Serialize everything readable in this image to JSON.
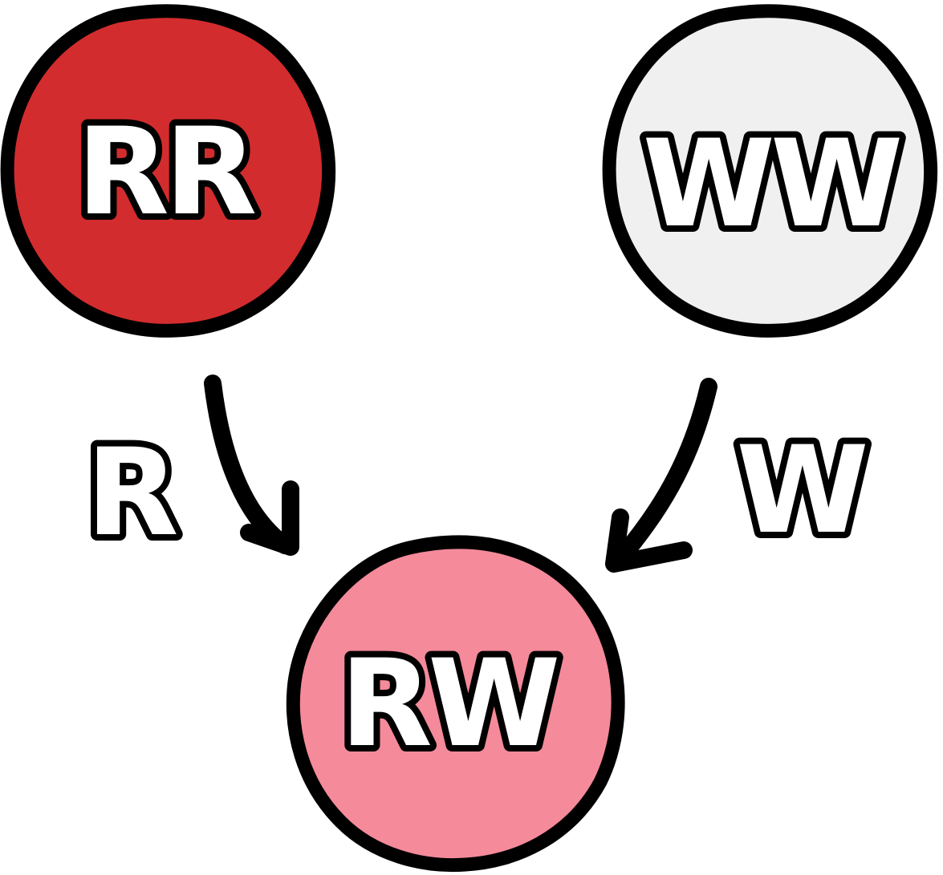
{
  "nodes": {
    "rr": {
      "label": "RR",
      "color": "#d32c2e"
    },
    "ww": {
      "label": "WW",
      "color": "#f0f0f0"
    },
    "rw": {
      "label": "RW",
      "color": "#f48a9a"
    }
  },
  "edges": {
    "rr_to_rw": {
      "label": "R",
      "from": "RR",
      "to": "RW"
    },
    "ww_to_rw": {
      "label": "W",
      "from": "WW",
      "to": "RW"
    }
  }
}
